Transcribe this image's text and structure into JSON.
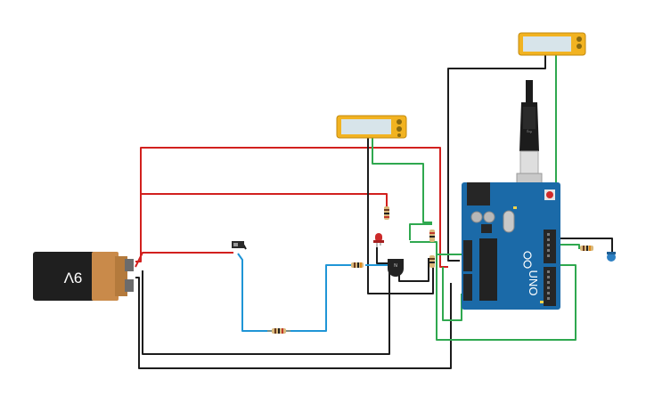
{
  "battery": {
    "label": "9V",
    "colors": {
      "body": "#1f1f1f",
      "cap": "#c98a4a",
      "terminal": "#6b6b6b"
    }
  },
  "board": {
    "brand": "UNO",
    "color": "#1b6aa8",
    "usb_color": "#c9c9c9"
  },
  "wire_colors": {
    "red": "#d2201e",
    "black": "#1c1c1c",
    "green": "#2fa84f",
    "blue": "#1f95d6"
  },
  "components": {
    "multimeter_top": {
      "kind": "multimeter",
      "display_color": "#d7e4ea",
      "frame_color": "#f2b321"
    },
    "multimeter_mid": {
      "kind": "multimeter",
      "display_color": "#d7e4ea",
      "frame_color": "#f2b321"
    },
    "led": {
      "kind": "led",
      "color": "#cc2a2a"
    },
    "transistor": {
      "kind": "transistor"
    },
    "switch": {
      "kind": "slide-switch"
    },
    "sensor": {
      "kind": "sensor",
      "color": "#2c7fc2"
    }
  }
}
